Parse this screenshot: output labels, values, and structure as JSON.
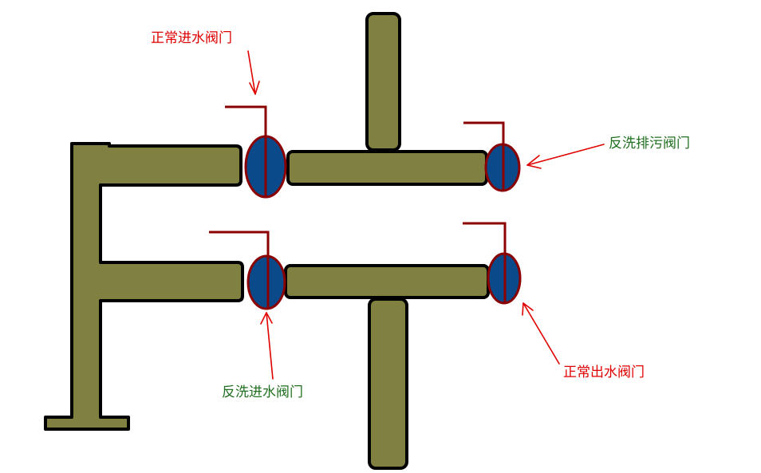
{
  "labels": {
    "normal_inlet": "正常进水阀门",
    "backwash_drain": "反洗排污阀门",
    "backwash_inlet": "反洗进水阀门",
    "normal_outlet": "正常出水阀门"
  },
  "colors": {
    "pipe_fill": "#808040",
    "pipe_stroke": "#000000",
    "valve_fill": "#0a4a8a",
    "valve_stroke": "#8b0000",
    "handle": "#8b0000",
    "arrow": "#e00000",
    "text_red": "#e00000",
    "text_green": "#207020"
  }
}
